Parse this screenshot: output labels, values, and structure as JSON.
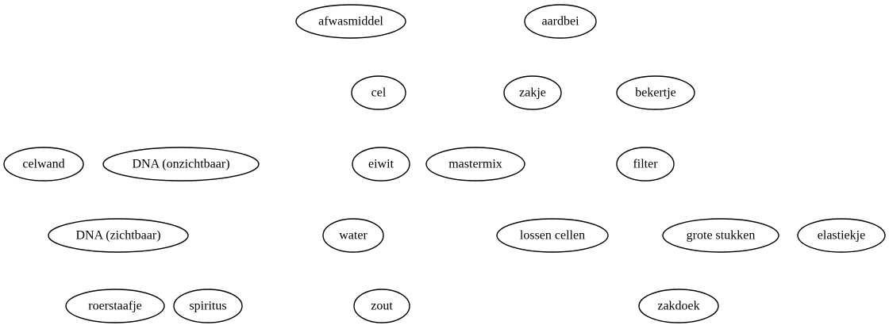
{
  "diagram": {
    "nodes": [
      {
        "id": "afwasmiddel",
        "label": "afwasmiddel"
      },
      {
        "id": "aardbei",
        "label": "aardbei"
      },
      {
        "id": "cel",
        "label": "cel"
      },
      {
        "id": "zakje",
        "label": "zakje"
      },
      {
        "id": "bekertje",
        "label": "bekertje"
      },
      {
        "id": "celwand",
        "label": "celwand"
      },
      {
        "id": "dna-onzichtbaar",
        "label": "DNA (onzichtbaar)"
      },
      {
        "id": "eiwit",
        "label": "eiwit"
      },
      {
        "id": "mastermix",
        "label": "mastermix"
      },
      {
        "id": "filter",
        "label": "filter"
      },
      {
        "id": "dna-zichtbaar",
        "label": "DNA (zichtbaar)"
      },
      {
        "id": "water",
        "label": "water"
      },
      {
        "id": "lossen-cellen",
        "label": "lossen cellen"
      },
      {
        "id": "grote-stukken",
        "label": "grote stukken"
      },
      {
        "id": "elastiekje",
        "label": "elastiekje"
      },
      {
        "id": "roerstaafje",
        "label": "roerstaafje"
      },
      {
        "id": "spiritus",
        "label": "spiritus"
      },
      {
        "id": "zout",
        "label": "zout"
      },
      {
        "id": "zakdoek",
        "label": "zakdoek"
      }
    ]
  }
}
